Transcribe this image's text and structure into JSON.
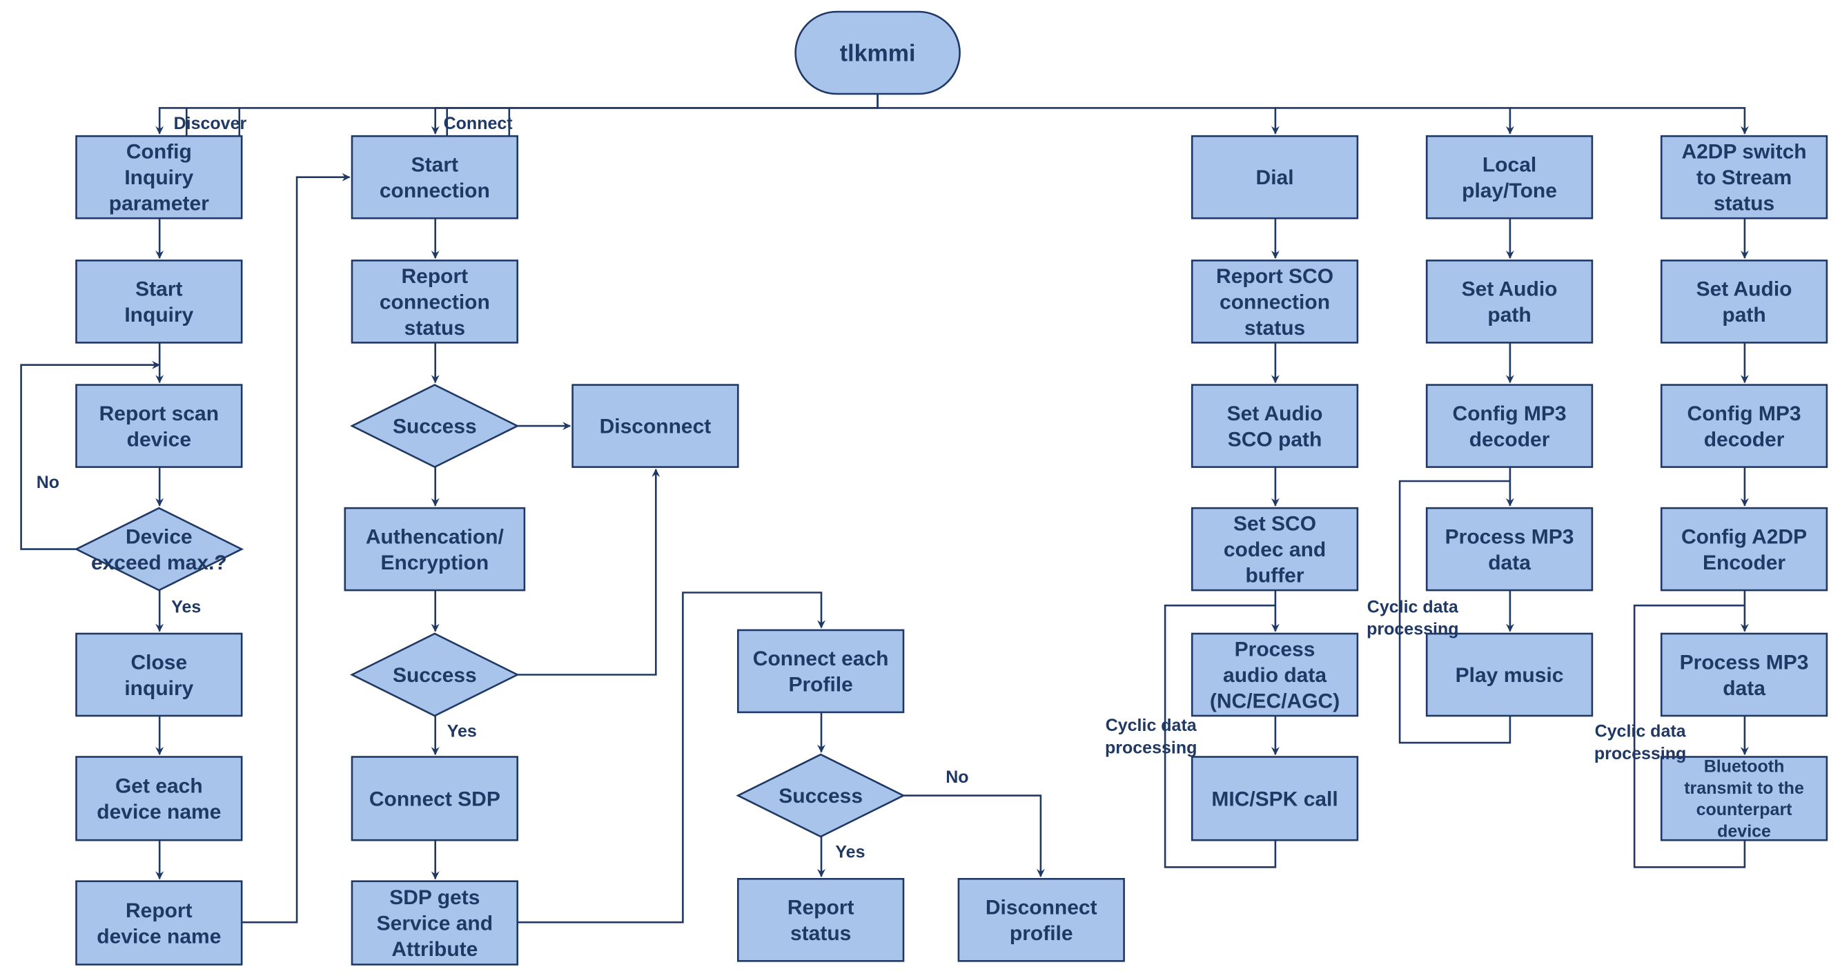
{
  "diagram": {
    "nodes": [
      {
        "id": "root",
        "label": "tlkmmi",
        "shape": "terminal"
      },
      {
        "id": "cfg-inq",
        "label": "Config Inquiry parameter",
        "shape": "process"
      },
      {
        "id": "start-inq",
        "label": "Start Inquiry",
        "shape": "process"
      },
      {
        "id": "report-scan",
        "label": "Report scan device",
        "shape": "process"
      },
      {
        "id": "dev-exceed",
        "label": "Device exceed max.?",
        "shape": "decision"
      },
      {
        "id": "close-inq",
        "label": "Close inquiry",
        "shape": "process"
      },
      {
        "id": "get-name",
        "label": "Get each device name",
        "shape": "process"
      },
      {
        "id": "report-name",
        "label": "Report device name",
        "shape": "process"
      },
      {
        "id": "start-conn",
        "label": "Start connection",
        "shape": "process"
      },
      {
        "id": "report-conn",
        "label": "Report connection status",
        "shape": "process"
      },
      {
        "id": "success1",
        "label": "Success",
        "shape": "decision"
      },
      {
        "id": "disconnect",
        "label": "Disconnect",
        "shape": "process"
      },
      {
        "id": "auth",
        "label": "Authencation/ Encryption",
        "shape": "process"
      },
      {
        "id": "success2",
        "label": "Success",
        "shape": "decision"
      },
      {
        "id": "conn-sdp",
        "label": "Connect SDP",
        "shape": "process"
      },
      {
        "id": "sdp-gets",
        "label": "SDP gets Service and Attribute",
        "shape": "process"
      },
      {
        "id": "conn-profile",
        "label": "Connect each Profile",
        "shape": "process"
      },
      {
        "id": "success3",
        "label": "Success",
        "shape": "decision"
      },
      {
        "id": "report-status",
        "label": "Report status",
        "shape": "process"
      },
      {
        "id": "disc-profile",
        "label": "Disconnect profile",
        "shape": "process"
      },
      {
        "id": "dial",
        "label": "Dial",
        "shape": "process"
      },
      {
        "id": "report-sco",
        "label": "Report SCO connection status",
        "shape": "process"
      },
      {
        "id": "set-sco-path",
        "label": "Set Audio SCO path",
        "shape": "process"
      },
      {
        "id": "set-sco-codec",
        "label": "Set SCO codec and buffer",
        "shape": "process"
      },
      {
        "id": "proc-audio",
        "label": "Process audio data (NC/EC/AGC)",
        "shape": "process"
      },
      {
        "id": "mic-spk",
        "label": "MIC/SPK call",
        "shape": "process"
      },
      {
        "id": "local-play",
        "label": "Local play/Tone",
        "shape": "process"
      },
      {
        "id": "set-audio-path-1",
        "label": "Set Audio path",
        "shape": "process"
      },
      {
        "id": "cfg-mp3-1",
        "label": "Config MP3 decoder",
        "shape": "process"
      },
      {
        "id": "proc-mp3-1",
        "label": "Process MP3 data",
        "shape": "process"
      },
      {
        "id": "play-music",
        "label": "Play music",
        "shape": "process"
      },
      {
        "id": "a2dp-switch",
        "label": "A2DP switch to Stream status",
        "shape": "process"
      },
      {
        "id": "set-audio-path-2",
        "label": "Set Audio path",
        "shape": "process"
      },
      {
        "id": "cfg-mp3-2",
        "label": "Config MP3 decoder",
        "shape": "process"
      },
      {
        "id": "cfg-a2dp",
        "label": "Config A2DP Encoder",
        "shape": "process"
      },
      {
        "id": "proc-mp3-2",
        "label": "Process MP3 data",
        "shape": "process"
      },
      {
        "id": "bt-transmit",
        "label": "Bluetooth transmit to the counterpart device",
        "shape": "process"
      }
    ],
    "edge_labels": {
      "discover": "Discover",
      "connect": "Connect",
      "no1": "No",
      "yes1": "Yes",
      "yes2": "Yes",
      "no2": "No",
      "yes3": "Yes",
      "cyclic1": "Cyclic data processing",
      "cyclic2": "Cyclic data processing",
      "cyclic3": "Cyclic data processing"
    }
  }
}
